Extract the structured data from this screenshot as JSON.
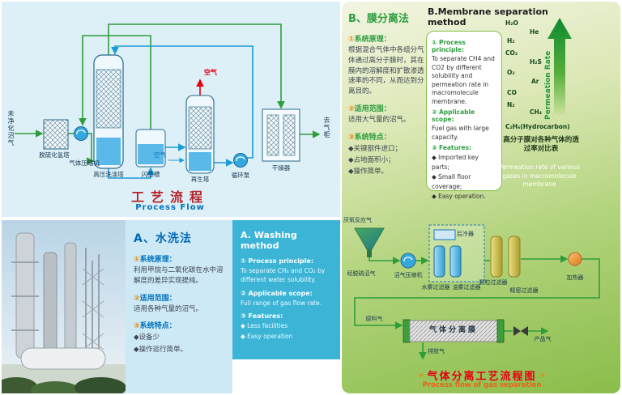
{
  "colors": {
    "accent_green": "#2e9e40",
    "accent_blue": "#0071bc",
    "accent_red": "#e60012",
    "teal_bg": "#3cb4d6",
    "panelA_bg": "#ddeff7",
    "panelB_gradient_top": "#f2f5e2",
    "panelB_gradient_bottom": "#8abd4a"
  },
  "flow_a": {
    "title_zh": "工艺流程",
    "title_en": "Process Flow",
    "labels": {
      "feed": "未净化沼气",
      "desulf": "脱硫化氢塔",
      "compressor": "气体压缩机",
      "wash_tower": "高压洗涤塔",
      "flash_tank": "闪蒸槽",
      "air_top": "空气",
      "air_side": "空气",
      "regen_tower": "再生塔",
      "pump": "循环泵",
      "dryer": "干燥器",
      "outlet": "去气柜"
    }
  },
  "washing": {
    "zh": {
      "title": "A、水洗法",
      "s1_num": "①",
      "s1_title": "系统原理：",
      "s1_body": "利用甲烷与二氧化碳在水中溶解度的差异实现提纯。",
      "s2_num": "②",
      "s2_title": "适用范围：",
      "s2_body": "适用各种气量的沼气。",
      "s3_num": "③",
      "s3_title": "系统特点：",
      "s3_items": [
        "◆设备少",
        "◆操作运行简单。"
      ]
    },
    "en": {
      "title": "A. Washing method",
      "s1_h": "① Process principle:",
      "s1_body": "To separate CH₄ and CO₂ by different water solubility.",
      "s2_h": "② Applicable scope:",
      "s2_body": "Full range of gas flow rate.",
      "s3_h": "③ Features:",
      "s3_items": [
        "◆ Less facilities",
        "◆ Easy operation"
      ]
    }
  },
  "membrane": {
    "title_zh": "B、膜分离法",
    "title_en": "B.Membrane separation method",
    "zh": {
      "s1_num": "①",
      "s1_title": "系统原理：",
      "s1_body": "根据混合气体中各组分气体通过高分子膜时，其在膜内的溶解度和扩散渗透速率的不同，从而达到分离目的。",
      "s2_num": "②",
      "s2_title": "适用范围：",
      "s2_body": "适用大气量的沼气。",
      "s3_num": "③",
      "s3_title": "系统特点：",
      "s3_items": [
        "◆关键部件进口；",
        "◆占地面积小；",
        "◆操作简单。"
      ]
    },
    "en": {
      "s1_h": "① Process principle:",
      "s1_body": "To separate CH4 and CO2 by different solubility and permeation rate in macromolecule membrane.",
      "s2_h": "② Applicable scope:",
      "s2_body": "Fuel gas with large capacity.",
      "s3_h": "③ Features:",
      "s3_items": [
        "◆ Imported key parts;",
        "◆ Small floor coverage;",
        "◆ Easy operation."
      ]
    },
    "perm": {
      "axis_label": "Permeation Rate",
      "gases": [
        "H₂O",
        "He",
        "H₂",
        "CO₂",
        "H₂S",
        "O₂",
        "Ar",
        "CO",
        "N₂",
        "CH₄",
        "C₂H₆(Hydrocarbon)"
      ],
      "caption_zh": "高分子膜对各种气体的透过率对比表",
      "caption_en": "Permeation rate of various gases in macromolecule membrane"
    }
  },
  "flow_b": {
    "title_zh": "气体分离工艺流程图",
    "title_en": "Process flow of gas separation",
    "ornament": "✳",
    "labels": {
      "reactor_gas": "厌氧反应气",
      "desulf_gas": "经脱硫沼气",
      "compressor": "沼气压缩机",
      "cooler": "后冷器",
      "water_filter": "水雾过滤器",
      "oil_filter": "油雾过滤器",
      "particle_filter": "颗粒过滤器",
      "fine_filter": "精密过滤器",
      "heater": "加热器",
      "feed": "原料气",
      "membrane": "气体分离膜",
      "product": "产品气",
      "vent": "排放气"
    }
  }
}
